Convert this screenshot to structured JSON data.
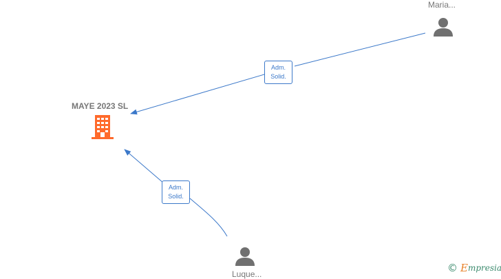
{
  "nodes": {
    "company": {
      "label": "MAYE 2023  SL",
      "icon": "building-icon",
      "color": "#ff6a2b"
    },
    "person_top": {
      "label": "Maria...",
      "icon": "person-icon",
      "color": "#707070"
    },
    "person_bottom": {
      "label": "Luque...",
      "icon": "person-icon",
      "color": "#707070"
    }
  },
  "edges": [
    {
      "from": "person_top",
      "to": "company",
      "label_line1": "Adm.",
      "label_line2": "Solid."
    },
    {
      "from": "person_bottom",
      "to": "company",
      "label_line1": "Adm.",
      "label_line2": "Solid."
    }
  ],
  "colors": {
    "edge": "#3b78c9",
    "brand_green": "#3b8a6d",
    "brand_orange": "#e8822a"
  },
  "watermark": {
    "symbol": "©",
    "brand_initial": "E",
    "brand_rest": "mpresia"
  }
}
